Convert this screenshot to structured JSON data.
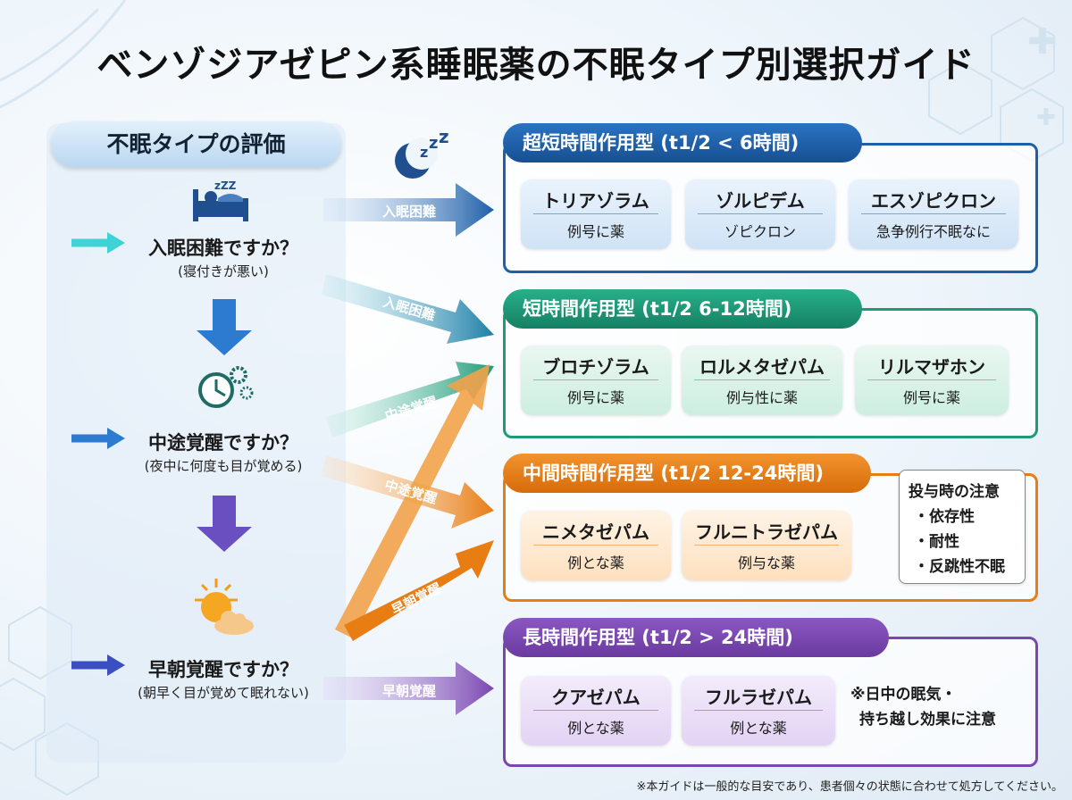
{
  "title": "ベンゾジアゼピン系睡眠薬の不眠タイプ別選択ガイド",
  "assessment": {
    "header": "不眠タイプの評価",
    "questions": [
      {
        "main": "入眠困難ですか？",
        "sub": "(寝付きが悪い)"
      },
      {
        "main": "中途覚醒ですか？",
        "sub": "(夜中に何度も目が覚める)"
      },
      {
        "main": "早朝覚醒ですか？",
        "sub": "(朝早く目が覚めて眠れない)"
      }
    ]
  },
  "arrows": {
    "onset1": "入眠困難",
    "onset2": "入眠困難",
    "mid1": "中途覚醒",
    "mid2": "中途覚醒",
    "early1": "早朝覚醒",
    "early2": "早朝覚醒"
  },
  "groups": {
    "ultra_short": {
      "header": "超短時間作用型 (t1/2 < 6時間)",
      "color": "#1f5fa8",
      "drugs": [
        {
          "name": "トリアゾラム",
          "desc": "例号に薬"
        },
        {
          "name": "ゾルピデム",
          "desc": "ゾピクロン"
        },
        {
          "name": "エスゾピクロン",
          "desc": "急争例行不眠なに"
        }
      ]
    },
    "short": {
      "header": "短時間作用型 (t1/2 6-12時間)",
      "color": "#1f9a78",
      "drugs": [
        {
          "name": "ブロチゾラム",
          "desc": "例号に薬"
        },
        {
          "name": "ロルメタゼパム",
          "desc": "例与性に薬"
        },
        {
          "name": "リルマザホン",
          "desc": "例号に薬"
        }
      ]
    },
    "intermediate": {
      "header": "中間時間作用型 (t1/2 12-24時間)",
      "color": "#e87d14",
      "drugs": [
        {
          "name": "ニメタゼパム",
          "desc": "例とな薬"
        },
        {
          "name": "フルニトラゼパム",
          "desc": "例与な薬"
        }
      ]
    },
    "long": {
      "header": "長時間作用型 (t1/2 > 24時間)",
      "color": "#7a47b0",
      "drugs": [
        {
          "name": "クアゼパム",
          "desc": "例とな薬"
        },
        {
          "name": "フルラゼパム",
          "desc": "例とな薬"
        }
      ]
    }
  },
  "caution": {
    "title": "投与時の注意",
    "items": [
      "・依存性",
      "・耐性",
      "・反跳性不眠"
    ]
  },
  "long_note": [
    "※日中の眠気・",
    "持ち越し効果に注意"
  ],
  "footnote": "※本ガイドは一般的な目安であり、患者個々の状態に合わせて処方してください。",
  "icons": [
    "sleeping-person-icon",
    "moon-zzz-icon",
    "clock-gear-icon",
    "sunrise-icon"
  ]
}
